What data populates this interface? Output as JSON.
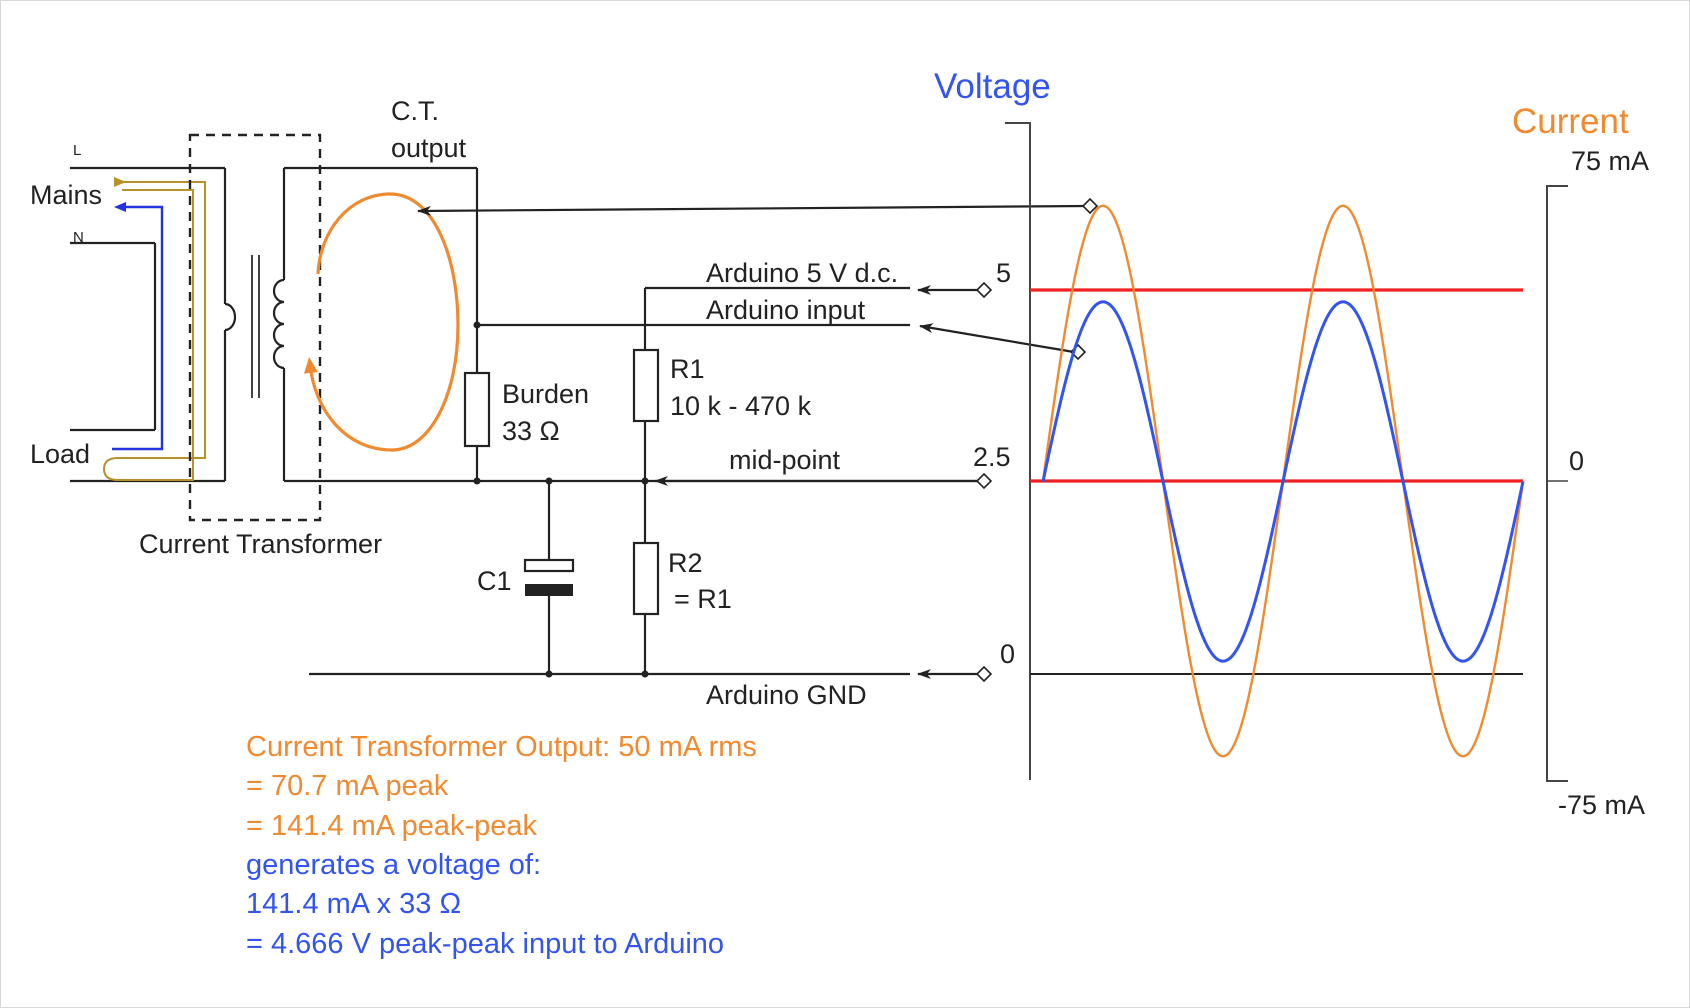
{
  "title_voltage": "Voltage",
  "title_current": "Current",
  "colors": {
    "voltage": "#3355ee",
    "current": "#f08a30",
    "reference": "#ee2222",
    "wire": "#222222",
    "secondary_current_flow": "#2233dd",
    "primary_current_flow": "#b8902a"
  },
  "mains": {
    "label": "Mains",
    "line_label": "L",
    "neutral_label": "N",
    "load_label": "Load"
  },
  "ct": {
    "label": "Current Transformer",
    "output_label_line1": "C.T.",
    "output_label_line2": "output"
  },
  "components": {
    "burden_label": "Burden",
    "burden_value": "33 Ω",
    "r1_label": "R1",
    "r1_value": "10 k - 470 k",
    "r2_label": "R2",
    "r2_value": "= R1",
    "c1_label": "C1"
  },
  "rails": {
    "vcc": "Arduino 5 V d.c.",
    "input": "Arduino input",
    "midpoint": "mid-point",
    "gnd": "Arduino GND"
  },
  "voltage_axis": {
    "v5": "5",
    "v2_5": "2.5",
    "v0": "0"
  },
  "current_axis": {
    "max": "75 mA",
    "zero": "0",
    "min": "-75 mA"
  },
  "notes": [
    {
      "text": "Current Transformer Output: 50 mA rms",
      "color": "#f08a30"
    },
    {
      "text": "= 70.7 mA peak",
      "color": "#f08a30"
    },
    {
      "text": "= 141.4 mA peak-peak",
      "color": "#f08a30"
    },
    {
      "text": "generates a voltage of:",
      "color": "#3355ee"
    },
    {
      "text": "141.4 mA x 33 Ω",
      "color": "#3355ee"
    },
    {
      "text": "= 4.666 V peak-peak input to Arduino",
      "color": "#3355ee"
    }
  ],
  "chart_data": {
    "type": "line",
    "cycles": 2,
    "series": [
      {
        "name": "Voltage",
        "unit": "V",
        "offset": 2.5,
        "amplitude": 2.333,
        "color": "#3355ee"
      },
      {
        "name": "Current",
        "unit": "mA",
        "offset": 0,
        "amplitude": 70.7,
        "color": "#f08a30"
      }
    ],
    "reference_lines_v": [
      5,
      2.5
    ],
    "voltage_ticks": [
      "5",
      "2.5",
      "0"
    ],
    "current_ticks": [
      "75 mA",
      "0",
      "-75 mA"
    ],
    "current_ylim": [
      -75,
      75
    ]
  }
}
